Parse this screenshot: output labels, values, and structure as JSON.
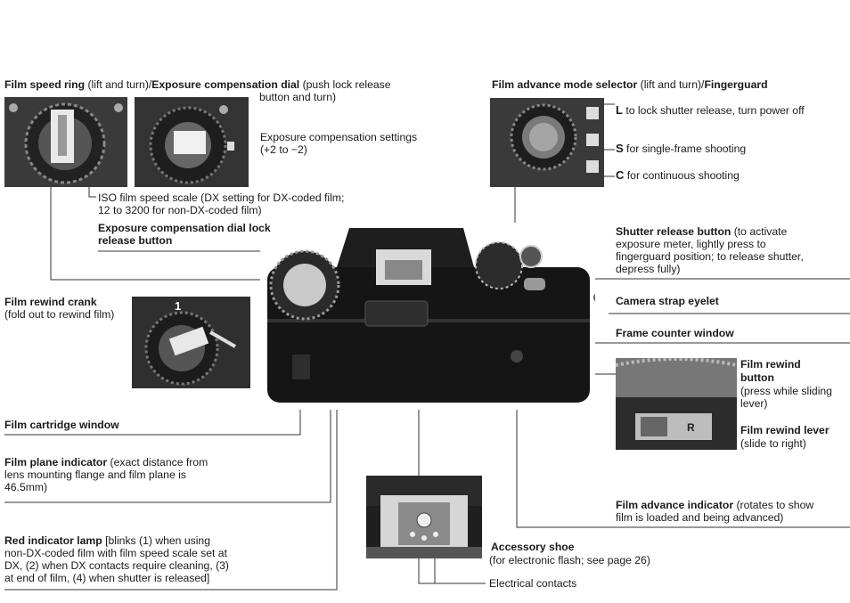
{
  "film_speed_ring": {
    "title": "Film speed ring",
    "title_note": " (lift and turn)/",
    "title2": "Exposure compensation dial",
    "title2_note": " (push lock release",
    "title2_note2": "button and turn)"
  },
  "exposure_compensation_settings": {
    "line1": "Exposure compensation settings",
    "line2": "(+2 to −2)"
  },
  "iso_scale": {
    "line1": "ISO film speed scale (DX setting for DX-coded film;",
    "line2": "12 to 3200 for non-DX-coded film)"
  },
  "exp_comp_lock": {
    "line1": "Exposure compensation dial lock",
    "line2": "release button"
  },
  "film_rewind_crank": {
    "title": "Film rewind crank",
    "note": "(fold out to rewind film)",
    "photo_number": "1"
  },
  "film_cartridge_window": {
    "title": "Film cartridge window"
  },
  "film_plane_indicator": {
    "title": "Film plane indicator",
    "note1": " (exact distance from",
    "note2": "lens mounting flange and film plane is",
    "note3": "46.5mm)"
  },
  "red_indicator_lamp": {
    "title": "Red indicator lamp",
    "line1": " [blinks (1) when using",
    "line2": "non-DX-coded film with film speed scale set at",
    "line3": "DX, (2) when DX contacts require cleaning, (3)",
    "line4": "at end of film, (4) when shutter is released]"
  },
  "film_advance_mode": {
    "title": "Film advance mode selector",
    "note": " (lift and turn)/",
    "title2": "Fingerguard",
    "items": [
      {
        "key": "L",
        "text": " to lock shutter release, turn power off"
      },
      {
        "key": "S",
        "text": " for single-frame shooting"
      },
      {
        "key": "C",
        "text": " for continuous shooting"
      }
    ]
  },
  "shutter_release": {
    "title": "Shutter release button",
    "line1": " (to activate",
    "line2": "exposure meter, lightly press to",
    "line3": "fingerguard position; to release shutter,",
    "line4": "depress fully)"
  },
  "camera_strap_eyelet": {
    "title": "Camera strap eyelet"
  },
  "frame_counter_window": {
    "title": "Frame counter window"
  },
  "film_rewind_button": {
    "line1": "Film rewind",
    "line2": "button",
    "note1": "(press while sliding",
    "note2": "lever)"
  },
  "film_rewind_lever": {
    "title": "Film rewind lever",
    "note": "(slide to right)",
    "photo_label": "R"
  },
  "film_advance_indicator": {
    "title": "Film advance indicator",
    "note1": " (rotates to show",
    "note2": "film is loaded and being advanced)"
  },
  "accessory_shoe": {
    "title": "Accessory shoe",
    "note": "(for electronic flash; see page 26)"
  },
  "electrical_contacts": {
    "title": "Electrical contacts"
  }
}
